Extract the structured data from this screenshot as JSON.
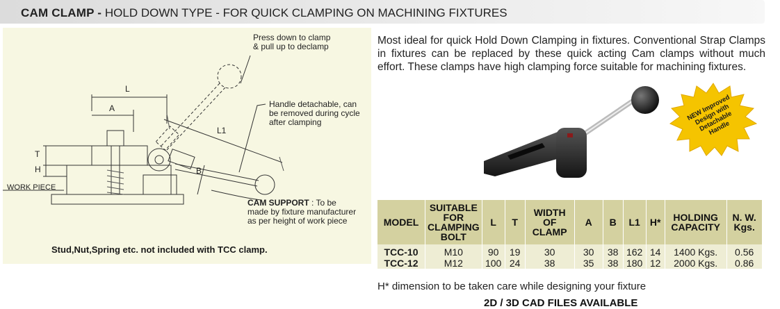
{
  "header": {
    "title_bold": "CAM CLAMP -",
    "title_rest": " HOLD DOWN TYPE - FOR QUICK CLAMPING ON MACHINING FIXTURES"
  },
  "drawing": {
    "press_note_line1": "Press down to clamp",
    "press_note_line2": "& pull up to declamp",
    "handle_note_line1": "Handle detachable, can",
    "handle_note_line2": "be removed during cycle",
    "handle_note_line3": "after clamping",
    "dim_L": "L",
    "dim_A": "A",
    "dim_L1": "L1",
    "dim_T": "T",
    "dim_H": "H",
    "dim_B": "B",
    "work_piece": "WORK PIECE",
    "support_bold": "CAM SUPPORT",
    "support_line1": " : To be",
    "support_line2": "made by fixture manufacturer",
    "support_line3": "as per height of work piece"
  },
  "note": "Stud,Nut,Spring etc. not included with TCC clamp.",
  "description": "Most ideal for quick Hold Down Clamping in fixtures. Conventional Strap Clamps in fixtures can be replaced by these quick acting Cam clamps without much effort. These clamps have high clamping force suitable for machining fixtures.",
  "badge": {
    "line1": "NEW Improved",
    "line2": "Design with",
    "line3": "Detachable",
    "line4": "Handle"
  },
  "table": {
    "headers": [
      "MODEL",
      "SUITABLE FOR CLAMPING BOLT",
      "L",
      "T",
      "WIDTH OF CLAMP",
      "A",
      "B",
      "L1",
      "H*",
      "HOLDING CAPACITY",
      "N. W. Kgs."
    ],
    "rows": [
      [
        "TCC-10",
        "M10",
        "90",
        "19",
        "30",
        "30",
        "38",
        "162",
        "14",
        "1400 Kgs.",
        "0.56"
      ],
      [
        "TCC-12",
        "M12",
        "100",
        "24",
        "38",
        "35",
        "38",
        "180",
        "12",
        "2000 Kgs.",
        "0.86"
      ]
    ]
  },
  "h_note": "H* dimension to be taken care while designing your fixture",
  "cad": "2D / 3D CAD FILES AVAILABLE",
  "colors": {
    "drawing_bg": "#f7f7e2",
    "table_header": "#d4d1a0",
    "table_body": "#eeedd4",
    "badge": "#f5c400"
  }
}
